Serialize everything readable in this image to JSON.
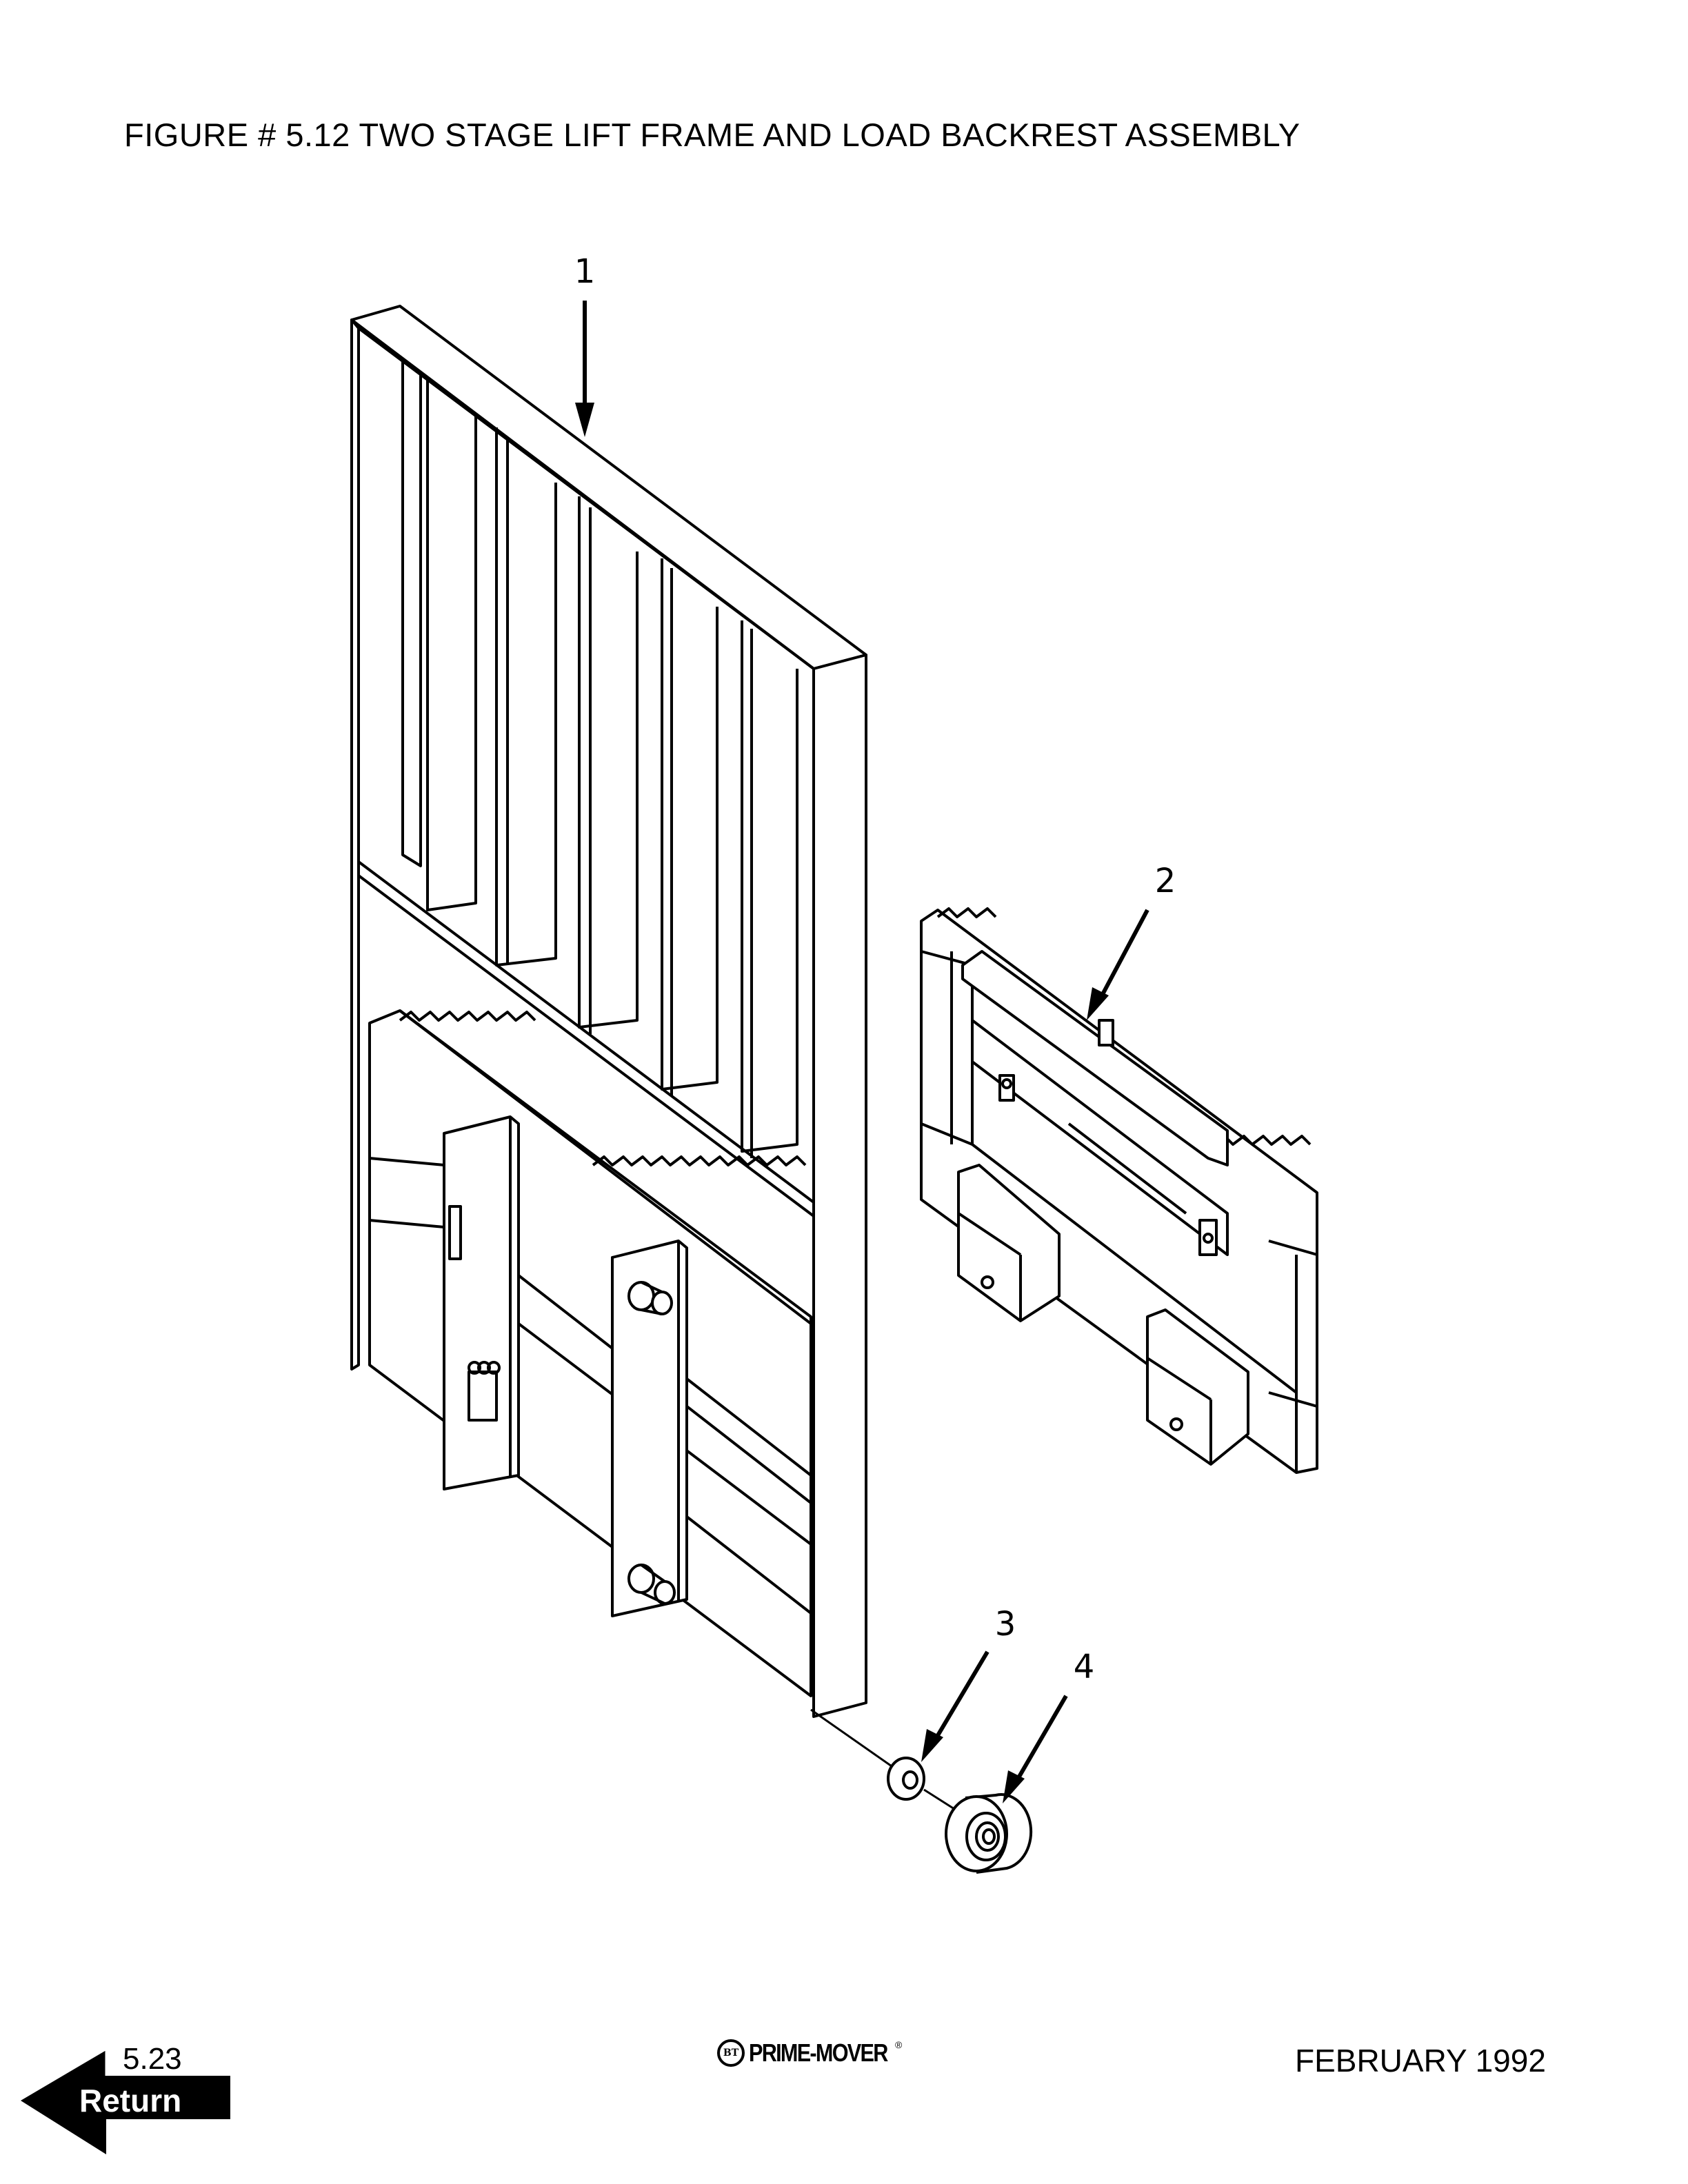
{
  "header": {
    "title": "FIGURE # 5.12  TWO STAGE LIFT FRAME AND LOAD BACKREST ASSEMBLY"
  },
  "figure": {
    "callouts": [
      {
        "number": "1"
      },
      {
        "number": "2"
      },
      {
        "number": "3"
      },
      {
        "number": "4"
      }
    ]
  },
  "footer": {
    "page_number": "5.23",
    "return_label": "Return",
    "logo_badge": "BT",
    "logo_text": "PRIME-MOVER",
    "logo_reg": "®",
    "date": "FEBRUARY 1992"
  }
}
